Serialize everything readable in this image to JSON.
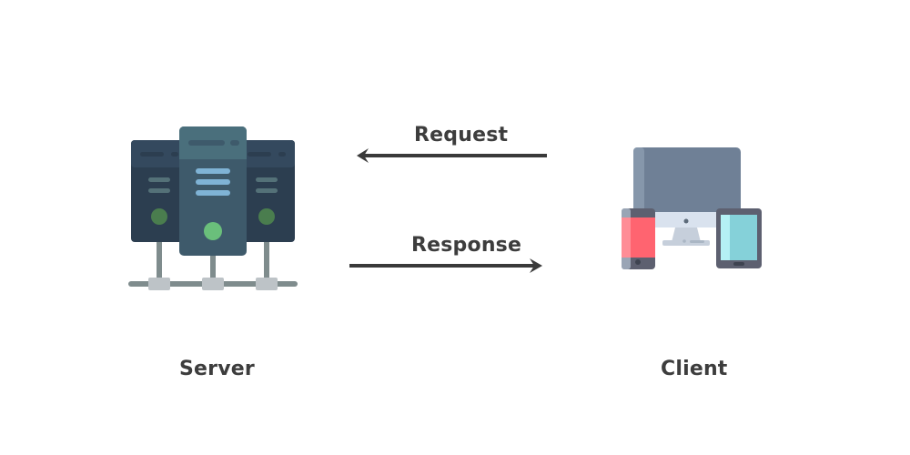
{
  "diagram": {
    "server_label": "Server",
    "client_label": "Client",
    "request_label": "Request",
    "response_label": "Response",
    "request_direction": "client-to-server",
    "response_direction": "server-to-client",
    "icons": {
      "server": "server-rack-icon",
      "client": "devices-icon"
    }
  },
  "colors": {
    "text": "#3d3d3d",
    "arrow": "#3a3a3a",
    "server_dark": "#2c3e50",
    "server_front": "#3e5a6b",
    "server_front_top": "#4a6f7c",
    "led_green": "#6abf7b",
    "led_dark_green": "#4a7d4e",
    "monitor": "#6f8096",
    "phone_screen": "#ff6470",
    "tablet_screen": "#85d1d9"
  }
}
